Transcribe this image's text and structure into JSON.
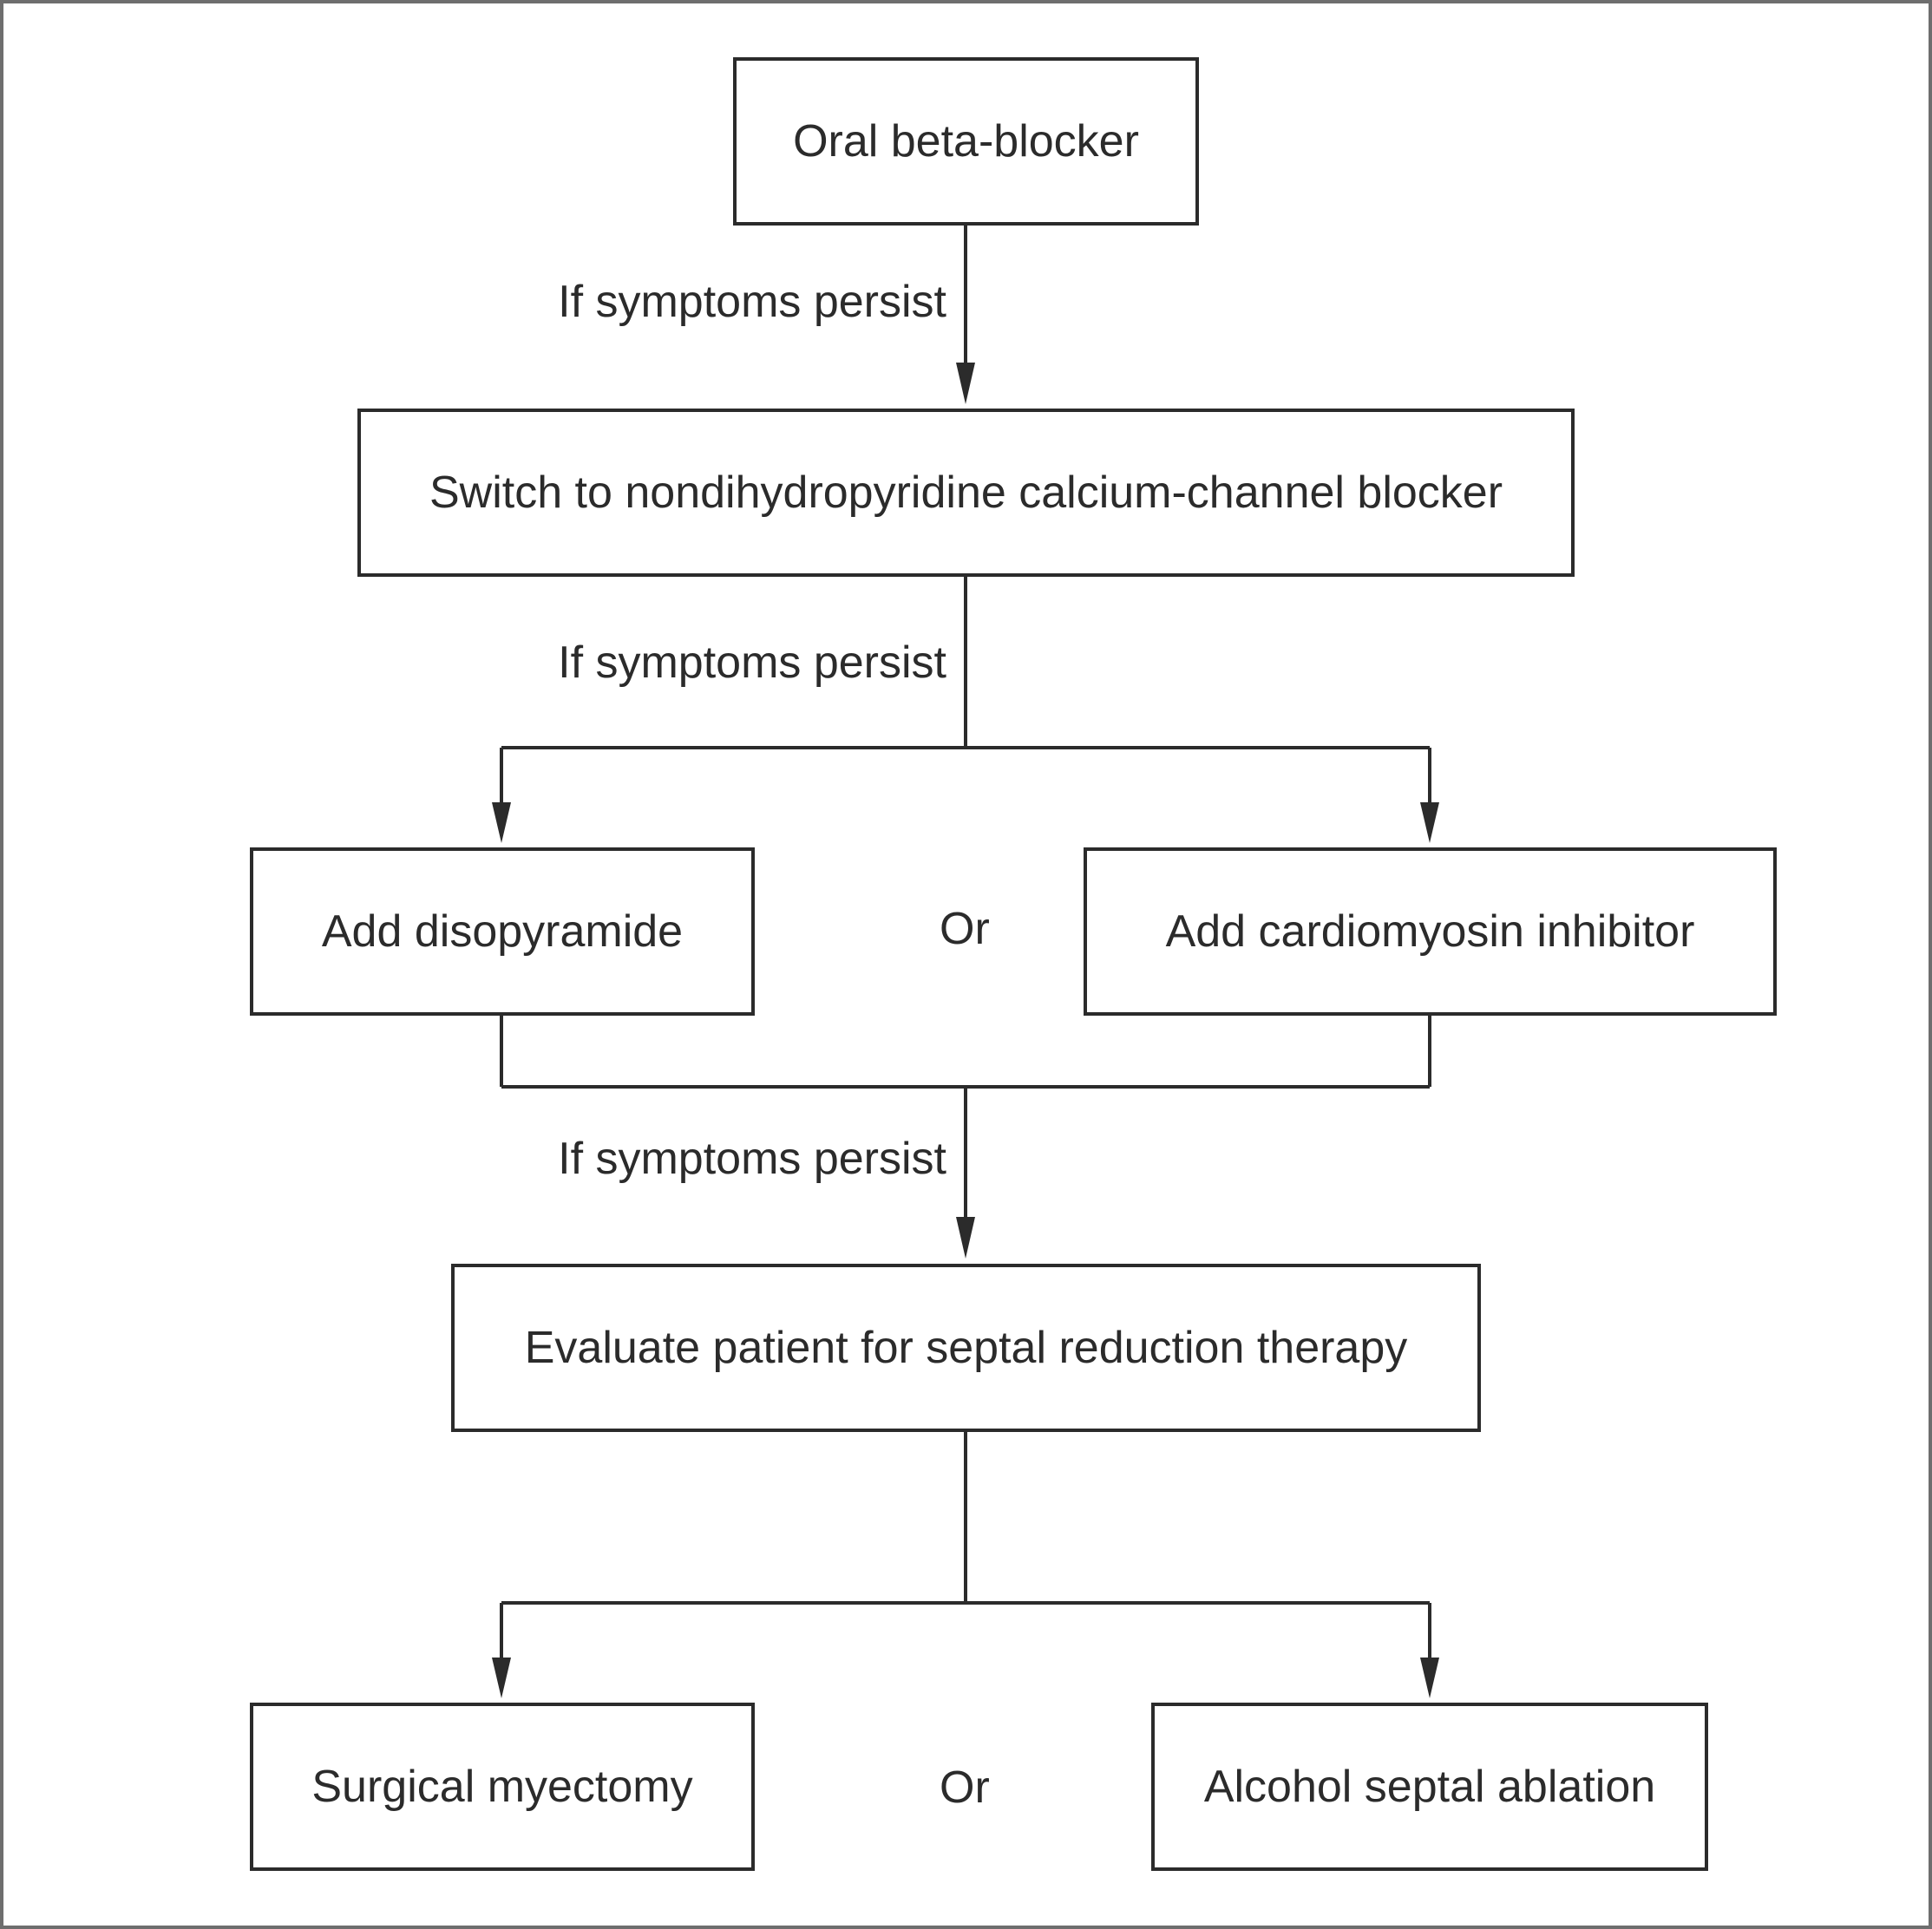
{
  "diagram": {
    "nodes": {
      "oral_beta_blocker": "Oral beta-blocker",
      "switch_ccb": "Switch to nondihydropyridine calcium-channel blocker",
      "add_disopyramide": "Add disopyramide",
      "add_cardiomyosin": "Add cardiomyosin inhibitor",
      "evaluate_srt": "Evaluate patient for septal reduction therapy",
      "surgical_myectomy": "Surgical myectomy",
      "alcohol_ablation": "Alcohol septal ablation"
    },
    "edge_labels": {
      "persist_1": "If symptoms persist",
      "persist_2": "If symptoms persist",
      "persist_3": "If symptoms persist"
    },
    "alternatives": {
      "or_1": "Or",
      "or_2": "Or"
    },
    "colors": {
      "line": "#2b2b2b",
      "frame": "#6e6e6e",
      "background": "#ffffff"
    }
  }
}
